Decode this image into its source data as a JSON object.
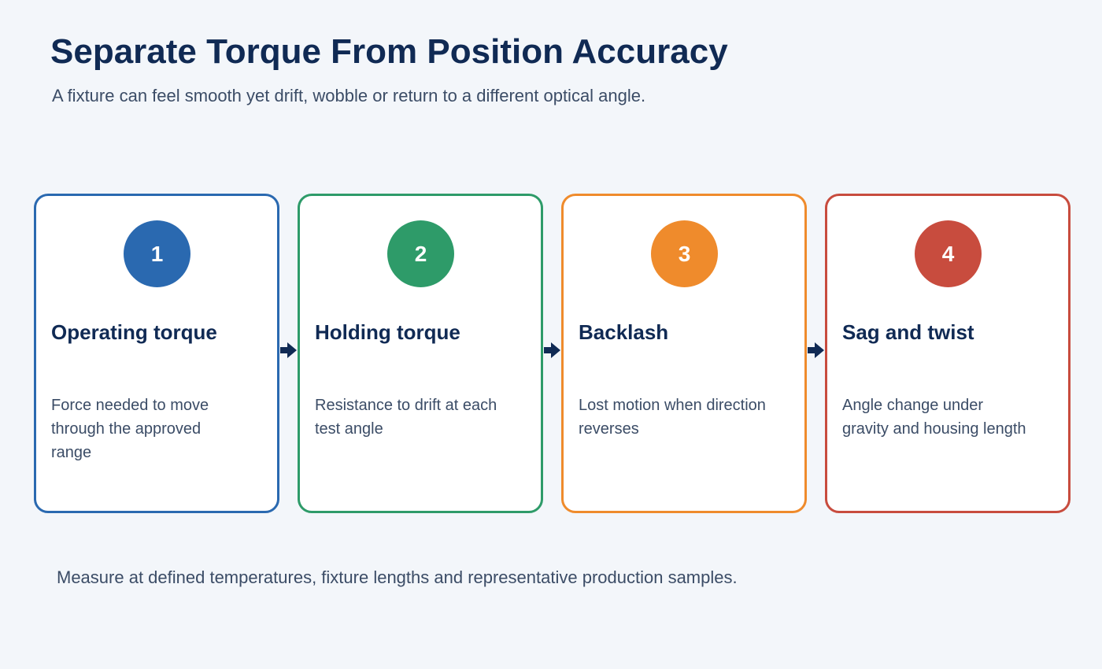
{
  "header": {
    "title": "Separate Torque From Position Accuracy",
    "subtitle": "A fixture can feel smooth yet drift, wobble or return to a different optical angle."
  },
  "steps": [
    {
      "number": "1",
      "title": "Operating torque",
      "description": "Force needed to move through the approved range",
      "color": "#2a69b0"
    },
    {
      "number": "2",
      "title": "Holding torque",
      "description": "Resistance to drift at each test angle",
      "color": "#2e9b69"
    },
    {
      "number": "3",
      "title": "Backlash",
      "description": "Lost motion when direction reverses",
      "color": "#ef8b2c"
    },
    {
      "number": "4",
      "title": "Sag and twist",
      "description": "Angle change under gravity and housing length",
      "color": "#c84c3e"
    }
  ],
  "footer": {
    "note": "Measure at defined temperatures, fixture lengths and representative production samples."
  },
  "colors": {
    "background": "#f3f6fa",
    "heading": "#102a54",
    "body_text": "#3b4c66",
    "arrow": "#102a54"
  }
}
